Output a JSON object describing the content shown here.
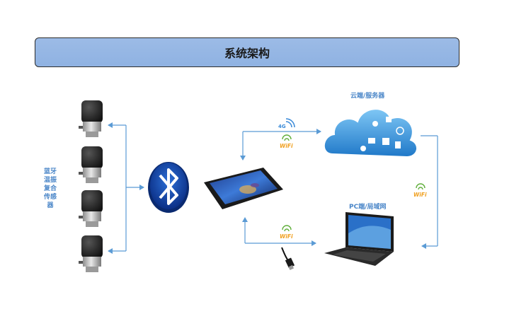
{
  "title": "系统架构",
  "sensor_label": "蓝牙温振复合传感器",
  "cloud_label": "云端/服务器",
  "pc_label": "PC端/局域网",
  "link_4g": "4G",
  "link_wifi_cloud": "WiFi",
  "link_wifi_pc": "WiFi",
  "link_wifi_right": "WiFi",
  "colors": {
    "arrow": "#5b9bd5",
    "title_bg": "#8fb2e2",
    "label": "#4a86c8",
    "wifi_text": "#f0a020",
    "wifi_signal": "#5fae3a"
  }
}
